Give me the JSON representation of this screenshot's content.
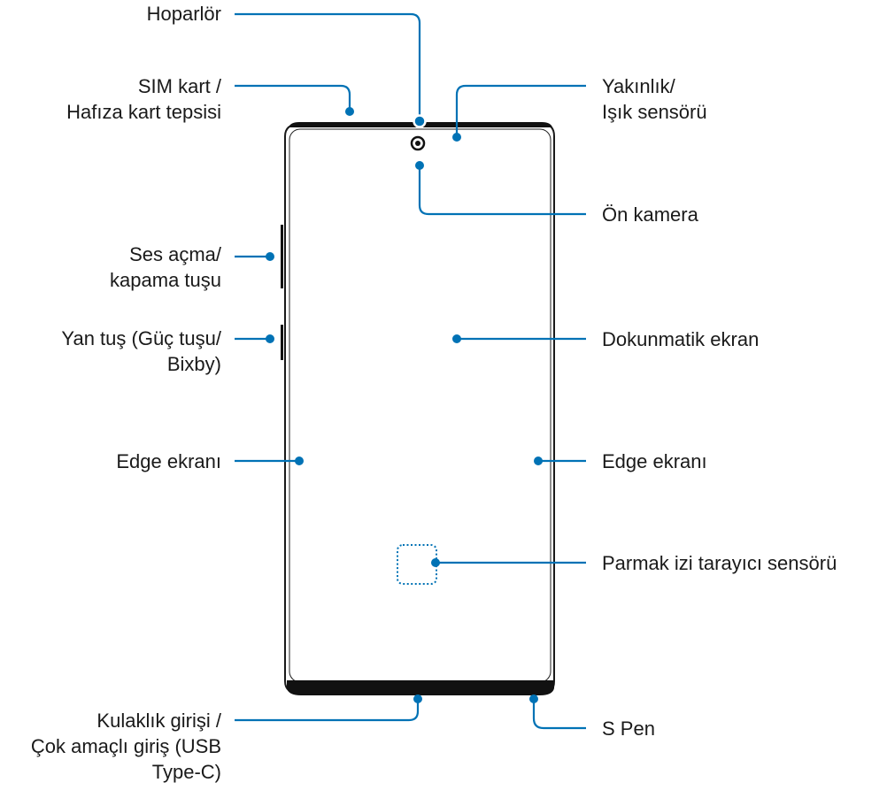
{
  "colors": {
    "accent": "#0072b5",
    "phone_outline": "#1a1a1a",
    "bezel": "#111111"
  },
  "labels": {
    "speaker": "Hoparlör",
    "sim_tray": [
      "SIM kart /",
      "Hafıza kart tepsisi"
    ],
    "proximity": [
      "Yakınlık/",
      "Işık sensörü"
    ],
    "front_camera": "Ön kamera",
    "volume_key": [
      "Ses açma/",
      "kapama tuşu"
    ],
    "side_key": [
      "Yan tuş (Güç tuşu/",
      "Bixby)"
    ],
    "touchscreen": "Dokunmatik ekran",
    "edge_left": "Edge ekranı",
    "edge_right": "Edge ekranı",
    "fingerprint": "Parmak izi tarayıcı sensörü",
    "earphone_jack": [
      "Kulaklık girişi /",
      "Çok amaçlı giriş (USB",
      "Type-C)"
    ],
    "s_pen": "S Pen"
  }
}
